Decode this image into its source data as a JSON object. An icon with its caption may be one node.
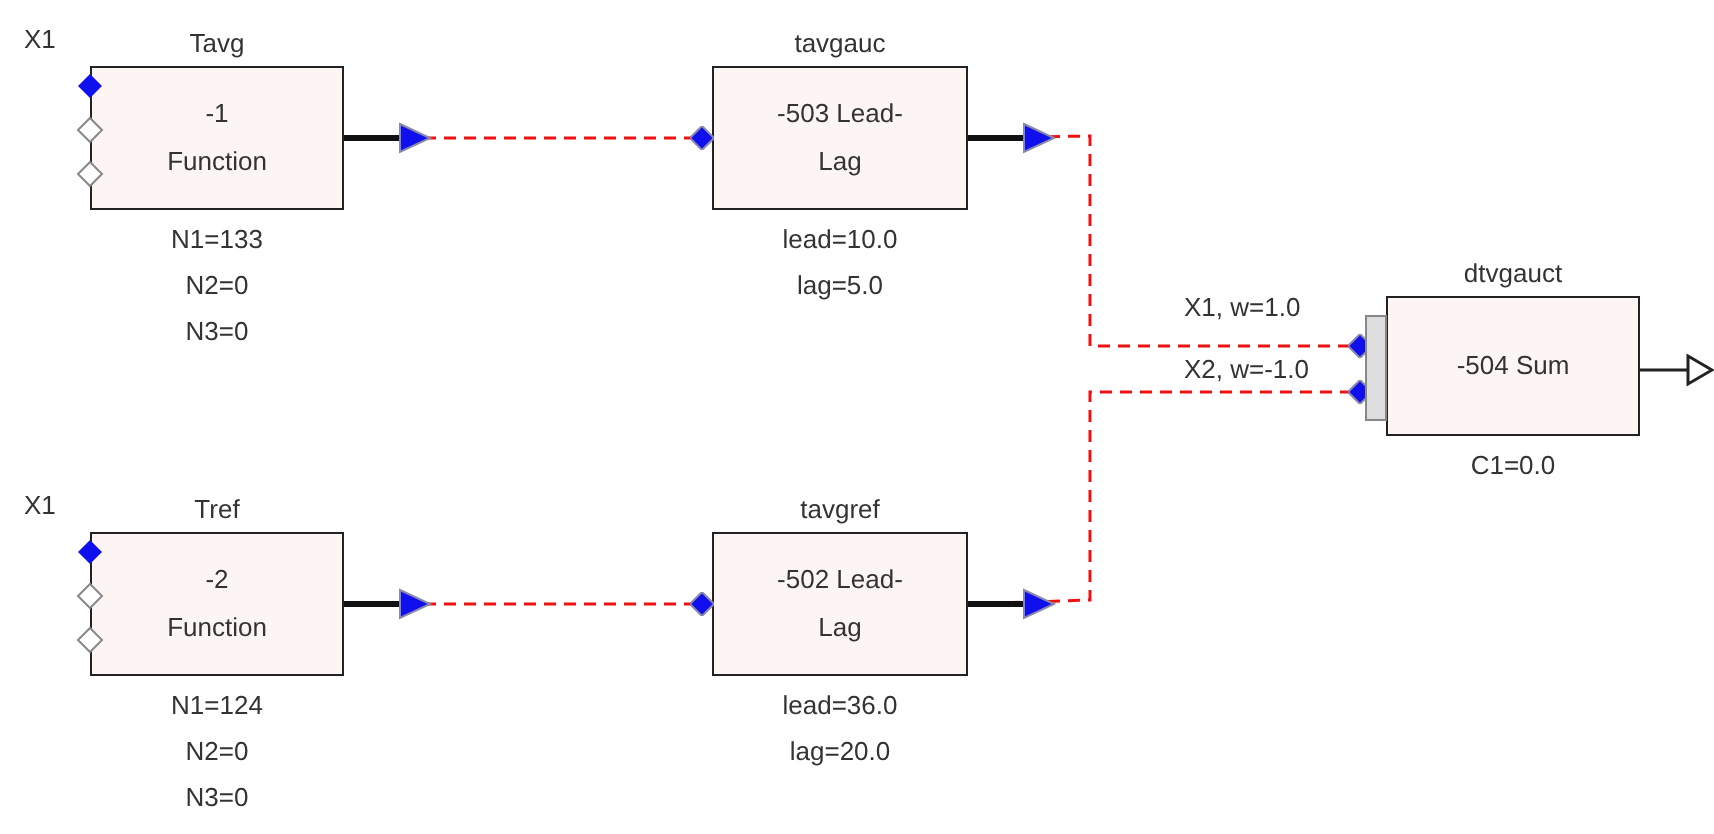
{
  "diagram": {
    "nodes": [
      {
        "text": [
          "Tavg",
          "-1 Function"
        ],
        "beside": [
          "N1=133",
          "N2=0",
          "N3=0"
        ]
      },
      {
        "text": [
          "tavgauc",
          "-503 Lead-Lag"
        ],
        "beside": [
          "lead=10.0",
          "lag=5.0"
        ]
      },
      {
        "text": [
          "dtvgauct",
          "-504 Sum"
        ],
        "beside": [
          "C1=0.0"
        ]
      },
      {
        "text": [
          "Tref",
          "-2 Function"
        ],
        "beside": [
          "N1=124",
          "N2=0",
          "N3=0"
        ]
      },
      {
        "text": [
          "tavgref",
          "-502 Lead-Lag"
        ],
        "beside": [
          "lead=36.0",
          "lag=20.0"
        ]
      }
    ],
    "edges": [
      {
        "from": 0,
        "to": 1,
        "arrow": "to",
        "style": "dashed"
      },
      {
        "from": 1,
        "to": 2,
        "arrow": "to",
        "style": "dashed"
      },
      {
        "from": 3,
        "to": 4,
        "arrow": "to",
        "style": "dashed"
      },
      {
        "from": 4,
        "to": 2,
        "arrow": "to",
        "style": "dashed"
      }
    ],
    "labels": [
      "X1",
      "X1, w=1.0",
      "X2, w=-1.0",
      "X1"
    ]
  }
}
